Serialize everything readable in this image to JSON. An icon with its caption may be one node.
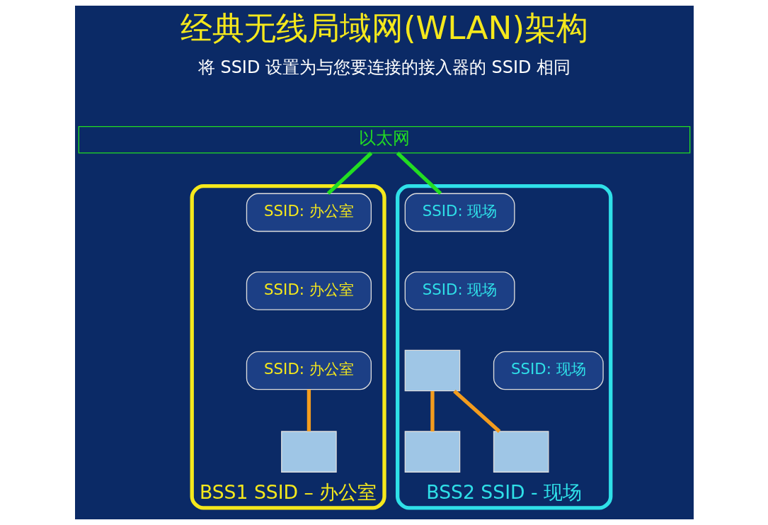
{
  "diagram": {
    "title": "经典无线局域网(WLAN)架构",
    "nodes": [
      {
        "text": [
          "以太网"
        ]
      },
      {
        "text": [
          "BSS1 SSID – 办公室"
        ]
      },
      {
        "text": [
          "SSID: 办公室"
        ],
        "in": 1
      },
      {
        "text": [
          "SSID: 办公室"
        ],
        "in": 1
      },
      {
        "text": [
          "SSID: 办公室"
        ],
        "in": 1
      },
      {
        "text": [],
        "shape": "box",
        "in": 1
      },
      {
        "text": [
          "BSS2 SSID - 现场"
        ]
      },
      {
        "text": [
          "SSID: 现场"
        ],
        "in": 6
      },
      {
        "text": [
          "SSID: 现场"
        ],
        "in": 6
      },
      {
        "text": [],
        "shape": "box",
        "in": 6
      },
      {
        "text": [],
        "shape": "box",
        "in": 6
      },
      {
        "text": [],
        "shape": "box",
        "in": 6
      },
      {
        "text": [
          "SSID: 现场"
        ],
        "in": 6
      }
    ],
    "edges": [
      {
        "from": 0,
        "to": 2,
        "arrow": "none",
        "color": "#22dd22"
      },
      {
        "from": 0,
        "to": 7,
        "arrow": "none",
        "color": "#22dd22"
      },
      {
        "from": 4,
        "to": 5,
        "arrow": "none",
        "color": "#f39c1e"
      },
      {
        "from": 9,
        "to": 10,
        "arrow": "none",
        "color": "#f39c1e"
      },
      {
        "from": 9,
        "to": 11,
        "arrow": "none",
        "color": "#f39c1e"
      }
    ],
    "labels": [
      "将 SSID 设置为与您要连接的接入器的 SSID 相同"
    ]
  }
}
